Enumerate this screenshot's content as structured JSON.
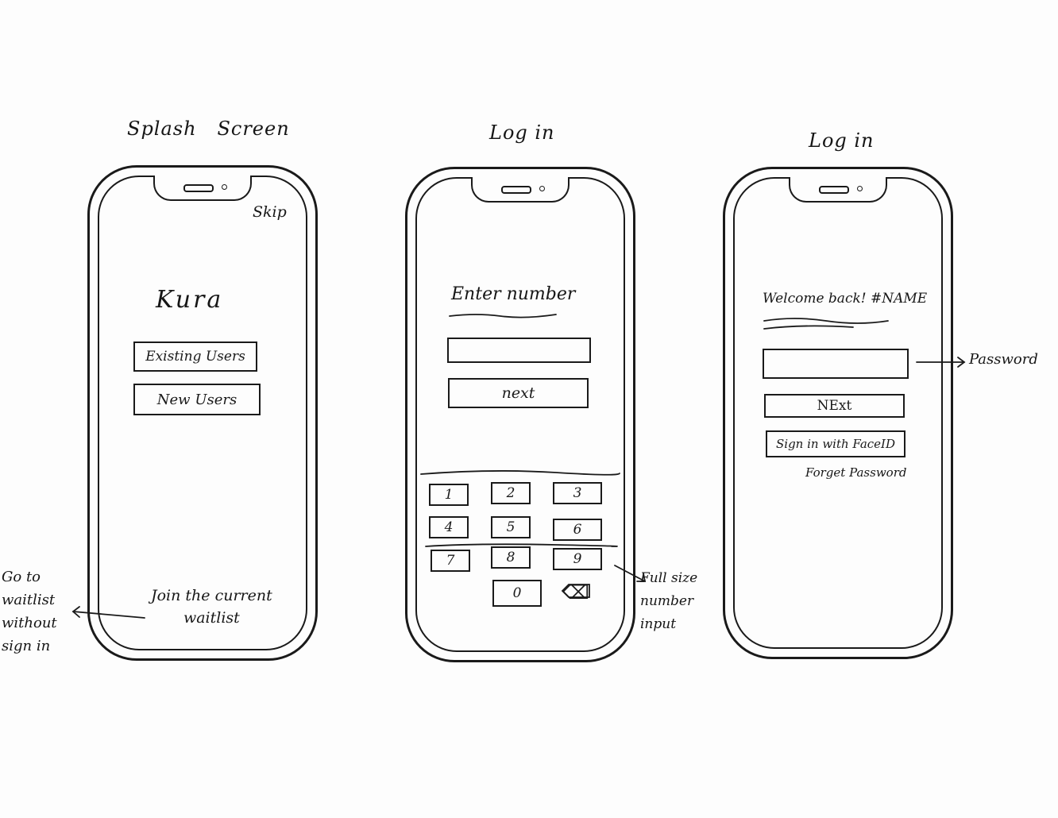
{
  "screens": {
    "splash": {
      "title": "Splash   Screen",
      "skip": "Skip",
      "app_name": "Kura",
      "existing_users": "Existing Users",
      "new_users": "New Users",
      "join_waitlist": "Join the current\nwaitlist"
    },
    "login_number": {
      "title": "Log in",
      "prompt": "Enter number",
      "next": "next",
      "keys": [
        "1",
        "2",
        "3",
        "4",
        "5",
        "6",
        "7",
        "8",
        "9",
        "0"
      ],
      "backspace": "⌫"
    },
    "login_password": {
      "title": "Log in",
      "welcome": "Welcome back! #NAME",
      "next": "NExt",
      "faceid": "Sign in with FaceID",
      "forgot": "Forget Password"
    }
  },
  "annotations": {
    "waitlist_note": "Go to\nwaitlist\nwithout\nsign in",
    "keypad_note": "Full size\nnumber\ninput",
    "password_note": "Password"
  }
}
